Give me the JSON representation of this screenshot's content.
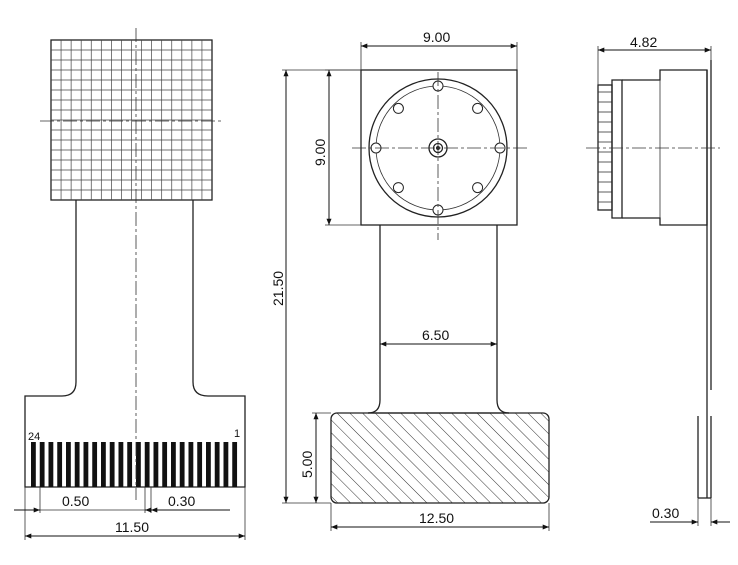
{
  "dimensions": {
    "total_width": "11.50",
    "pin_pitch": "0.50",
    "pin_width": "0.30",
    "module_width": "9.00",
    "module_height": "9.00",
    "total_length": "21.50",
    "cable_width": "6.50",
    "stiffener_length": "5.00",
    "stiffener_width": "12.50",
    "module_depth": "4.82",
    "fpc_thickness": "0.30"
  },
  "pins": {
    "first": "1",
    "last": "24"
  }
}
